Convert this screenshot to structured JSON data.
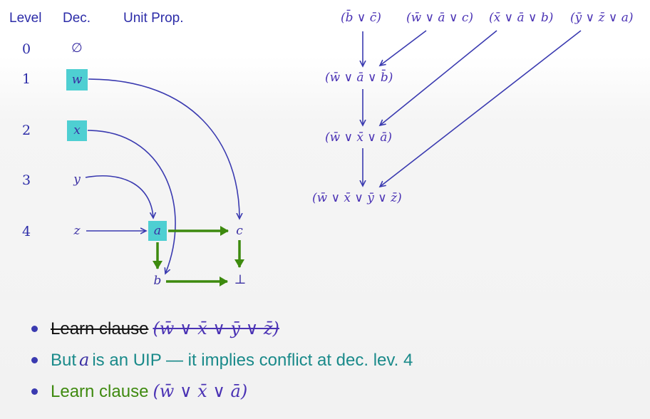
{
  "headers": {
    "level": "Level",
    "decision": "Dec.",
    "unit_prop": "Unit Prop."
  },
  "levels": [
    "0",
    "1",
    "2",
    "3",
    "4"
  ],
  "decisions": {
    "level0": "∅",
    "level1": "w",
    "level2": "x",
    "level3": "y",
    "level4": "z"
  },
  "implied": {
    "a": "a",
    "b": "b",
    "c": "c",
    "conflict": "⊥"
  },
  "clauses": {
    "top1": "(b̄ ∨ c̄)",
    "top2": "(w̄ ∨ ā ∨ c)",
    "top3": "(x̄ ∨ ā ∨ b)",
    "top4": "(ȳ ∨ z̄ ∨ a)",
    "r1": "(w̄ ∨ ā ∨ b̄)",
    "r2": "(w̄ ∨ x̄ ∨ ā)",
    "r3": "(w̄ ∨ x̄ ∨ ȳ ∨ z̄)"
  },
  "bullets": [
    {
      "text": "Learn clause ",
      "math": "(w̄ ∨ x̄ ∨ ȳ ∨ z̄)",
      "tail": "",
      "color": "#111111",
      "struck": true
    },
    {
      "text": "But ",
      "math": "a",
      "tail": " is an UIP — it implies conflict at dec. lev. 4",
      "color": "#1a8a8a",
      "struck": false
    },
    {
      "text": "Learn clause ",
      "math": "(w̄ ∨ x̄ ∨ ā)",
      "tail": "",
      "color": "#3f8a10",
      "struck": false
    }
  ],
  "colors": {
    "node_box": "#4ecfd2",
    "edge_blue": "#3a3ab0",
    "edge_green": "#3d8a0e"
  }
}
